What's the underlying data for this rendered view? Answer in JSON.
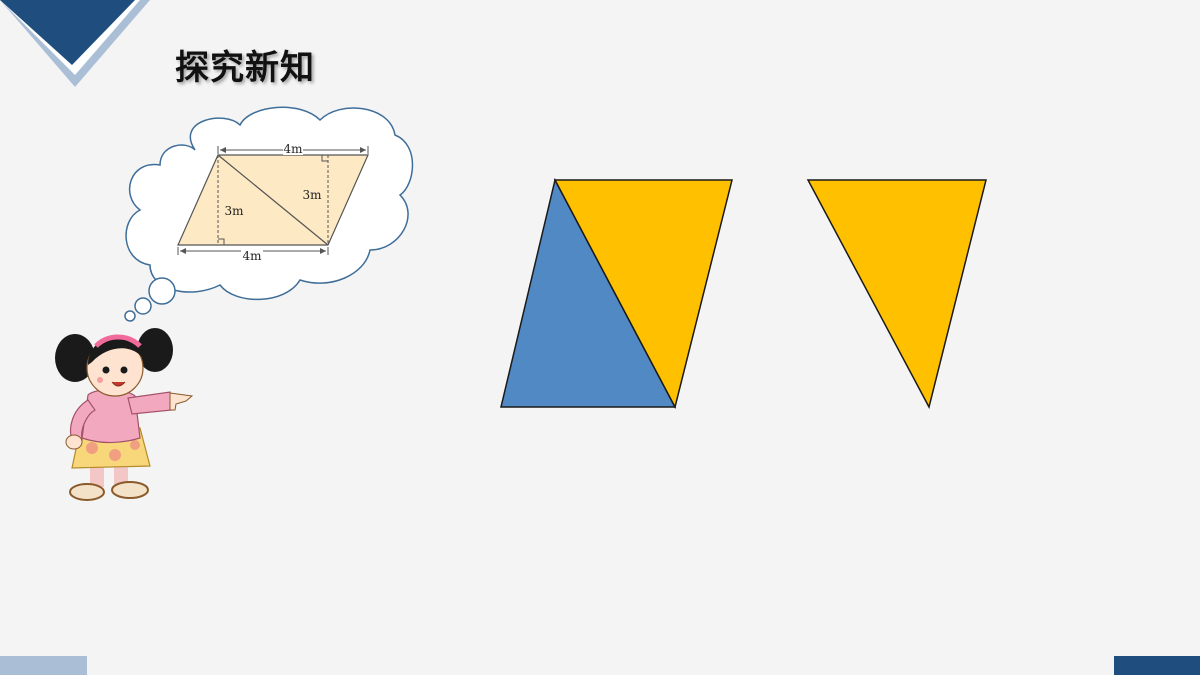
{
  "slide": {
    "title": "探究新知"
  },
  "thought_bubble": {
    "top_length": "4m",
    "bottom_length": "4m",
    "left_height": "3m",
    "right_height": "3m"
  },
  "colors": {
    "title_text": "#111111",
    "corner_navy": "#1f4e7e",
    "corner_light": "#aabfd6",
    "bubble_outline": "#3f6e99",
    "parallelogram_fill": "#fde9c4",
    "triangle_blue": "#5189c4",
    "triangle_yellow": "#ffc000",
    "background": "#f4f4f5"
  },
  "illustration": {
    "character": "girl-pointing-right"
  }
}
